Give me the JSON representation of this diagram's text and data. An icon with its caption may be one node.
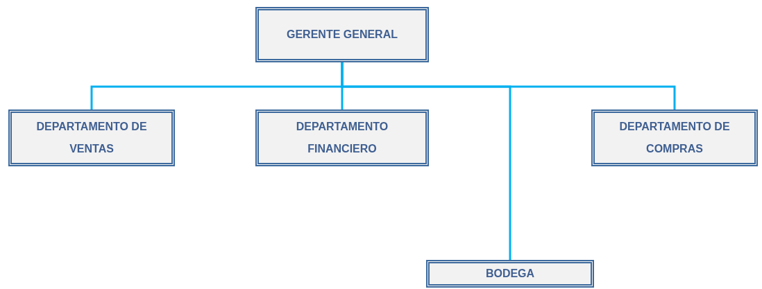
{
  "diagram": {
    "nodes": [
      {
        "text": [
          "GERENTE GENERAL"
        ]
      },
      {
        "text": [
          "DEPARTAMENTO DE VENTAS"
        ]
      },
      {
        "text": [
          "DEPARTAMENTO FINANCIERO"
        ]
      },
      {
        "text": [
          "DEPARTAMENTO DE COMPRAS"
        ]
      },
      {
        "text": [
          "BODEGA"
        ]
      }
    ],
    "edges": [
      {
        "from": 0,
        "to": 1,
        "arrow": "none"
      },
      {
        "from": 0,
        "to": 2,
        "arrow": "none"
      },
      {
        "from": 0,
        "to": 4,
        "arrow": "none"
      },
      {
        "from": 0,
        "to": 3,
        "arrow": "none"
      }
    ]
  }
}
